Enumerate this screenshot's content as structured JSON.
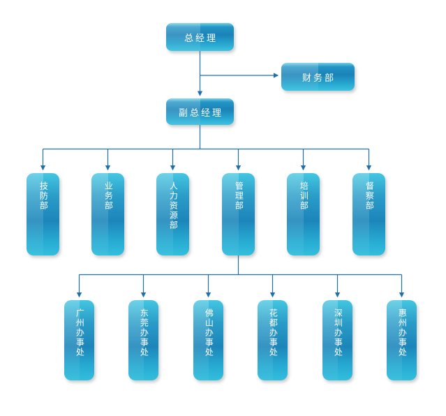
{
  "org_chart": {
    "type": "org-chart",
    "root": {
      "label": "总经理"
    },
    "finance": {
      "label": "财务部"
    },
    "deputy": {
      "label": "副总经理"
    },
    "departments": [
      {
        "label": "技防部"
      },
      {
        "label": "业务部"
      },
      {
        "label": "人力资源部"
      },
      {
        "label": "管理部"
      },
      {
        "label": "培训部"
      },
      {
        "label": "督察部"
      }
    ],
    "offices": [
      {
        "label": "广州办事处"
      },
      {
        "label": "东莞办事处"
      },
      {
        "label": "佛山办事处"
      },
      {
        "label": "花都办事处"
      },
      {
        "label": "深圳办事处"
      },
      {
        "label": "惠州办事处"
      }
    ],
    "edges": [
      {
        "parent": "总经理",
        "child": "财务部"
      },
      {
        "parent": "总经理",
        "child": "副总经理"
      },
      {
        "parent": "副总经理",
        "child": "技防部"
      },
      {
        "parent": "副总经理",
        "child": "业务部"
      },
      {
        "parent": "副总经理",
        "child": "人力资源部"
      },
      {
        "parent": "副总经理",
        "child": "管理部"
      },
      {
        "parent": "副总经理",
        "child": "培训部"
      },
      {
        "parent": "副总经理",
        "child": "督察部"
      },
      {
        "parent": "管理部",
        "child": "广州办事处"
      },
      {
        "parent": "管理部",
        "child": "东莞办事处"
      },
      {
        "parent": "管理部",
        "child": "佛山办事处"
      },
      {
        "parent": "管理部",
        "child": "花都办事处"
      },
      {
        "parent": "管理部",
        "child": "深圳办事处"
      },
      {
        "parent": "管理部",
        "child": "惠州办事处"
      }
    ],
    "colors": {
      "connector": "#1e6fad",
      "box_top": "#44c6e1",
      "box_mid": "#1c85ba",
      "box_bottom": "#33bedd",
      "text": "#ffffff",
      "background": "#ffffff"
    }
  }
}
